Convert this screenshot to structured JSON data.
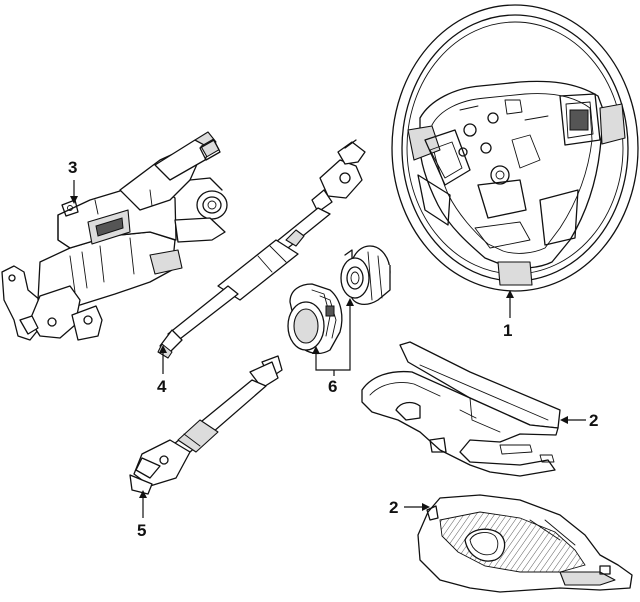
{
  "callouts": [
    {
      "id": "1",
      "label": "1",
      "part": "steering-wheel"
    },
    {
      "id": "2a",
      "label": "2",
      "part": "upper-column-cover"
    },
    {
      "id": "2b",
      "label": "2",
      "part": "lower-column-cover"
    },
    {
      "id": "3",
      "label": "3",
      "part": "steering-column-assembly"
    },
    {
      "id": "4",
      "label": "4",
      "part": "upper-intermediate-shaft"
    },
    {
      "id": "5",
      "label": "5",
      "part": "lower-intermediate-shaft"
    },
    {
      "id": "6",
      "label": "6",
      "part": "clock-spring"
    }
  ]
}
